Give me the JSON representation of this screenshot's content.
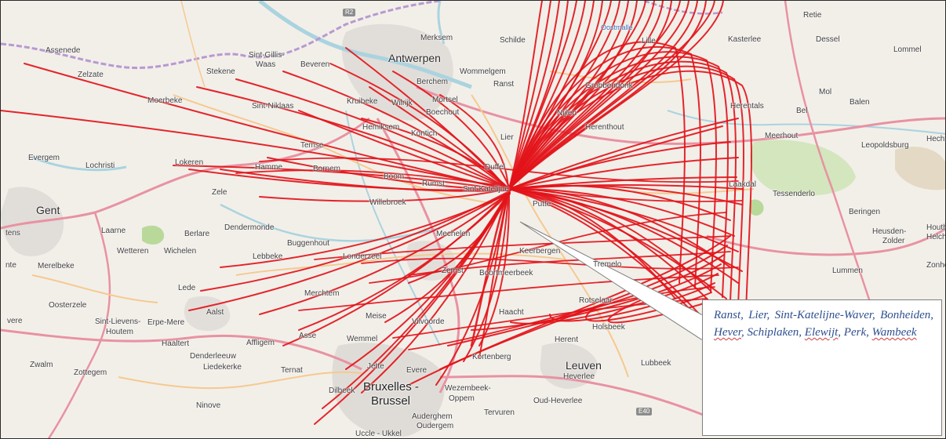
{
  "map": {
    "colors": {
      "land": "#f2efe9",
      "urban": "#dcd8d4",
      "forest": "#cfe4b8",
      "water": "#aad3df",
      "motorway": "#e892a2",
      "primary_road": "#f6c98f",
      "border": "#b79ad0",
      "flight_tracks": "#e3131a"
    },
    "places": [
      {
        "name": "R2",
        "kind": "road"
      },
      {
        "name": "Retie",
        "kind": "small"
      },
      {
        "name": "Assenede",
        "kind": "small"
      },
      {
        "name": "Sint-Gillis-",
        "kind": "small"
      },
      {
        "name": "Waas",
        "kind": "small"
      },
      {
        "name": "Merksem",
        "kind": "small"
      },
      {
        "name": "Schilde",
        "kind": "small"
      },
      {
        "name": "Oostmalle",
        "kind": "lake"
      },
      {
        "name": "Lille",
        "kind": "small"
      },
      {
        "name": "Kasterlee",
        "kind": "small"
      },
      {
        "name": "Dessel",
        "kind": "small"
      },
      {
        "name": "Lommel",
        "kind": "small"
      },
      {
        "name": "Zelzate",
        "kind": "small"
      },
      {
        "name": "Stekene",
        "kind": "small"
      },
      {
        "name": "Beveren",
        "kind": "small"
      },
      {
        "name": "Antwerpen",
        "kind": "city"
      },
      {
        "name": "Wommelgem",
        "kind": "small"
      },
      {
        "name": "Berchem",
        "kind": "small"
      },
      {
        "name": "Ranst",
        "kind": "small"
      },
      {
        "name": "Grobbendonk",
        "kind": "small"
      },
      {
        "name": "Mol",
        "kind": "small"
      },
      {
        "name": "Moerbeke",
        "kind": "small"
      },
      {
        "name": "Sint-Niklaas",
        "kind": "small"
      },
      {
        "name": "Kruibeke",
        "kind": "small"
      },
      {
        "name": "Wilrijk",
        "kind": "small"
      },
      {
        "name": "Mortsel",
        "kind": "small"
      },
      {
        "name": "Boechout",
        "kind": "small"
      },
      {
        "name": "Nijlen",
        "kind": "small"
      },
      {
        "name": "Herentals",
        "kind": "small"
      },
      {
        "name": "Bel",
        "kind": "small"
      },
      {
        "name": "Balen",
        "kind": "small"
      },
      {
        "name": "Hemiksem",
        "kind": "small"
      },
      {
        "name": "Kontich",
        "kind": "small"
      },
      {
        "name": "Lier",
        "kind": "small"
      },
      {
        "name": "Herenthout",
        "kind": "small"
      },
      {
        "name": "Meerhout",
        "kind": "small"
      },
      {
        "name": "Hecht",
        "kind": "small"
      },
      {
        "name": "Evergem",
        "kind": "small"
      },
      {
        "name": "Lochristi",
        "kind": "small"
      },
      {
        "name": "Temse",
        "kind": "small"
      },
      {
        "name": "Lokeren",
        "kind": "small"
      },
      {
        "name": "Hamme",
        "kind": "small"
      },
      {
        "name": "Bornem",
        "kind": "small"
      },
      {
        "name": "Boom",
        "kind": "small"
      },
      {
        "name": "Rumst",
        "kind": "small"
      },
      {
        "name": "Duffel",
        "kind": "small"
      },
      {
        "name": "Sint-Katelijne",
        "kind": "small"
      },
      {
        "name": "Leopoldsburg",
        "kind": "small"
      },
      {
        "name": "Laakdal",
        "kind": "small"
      },
      {
        "name": "Zele",
        "kind": "small"
      },
      {
        "name": "Willebroek",
        "kind": "small"
      },
      {
        "name": "Putte",
        "kind": "small"
      },
      {
        "name": "Tessenderlo",
        "kind": "small"
      },
      {
        "name": "Gent",
        "kind": "city"
      },
      {
        "name": "Beringen",
        "kind": "small"
      },
      {
        "name": "Laarne",
        "kind": "small"
      },
      {
        "name": "Berlare",
        "kind": "small"
      },
      {
        "name": "Dendermonde",
        "kind": "small"
      },
      {
        "name": "Mechelen",
        "kind": "small"
      },
      {
        "name": "Heusden-",
        "kind": "small"
      },
      {
        "name": "Zolder",
        "kind": "small"
      },
      {
        "name": "Houth",
        "kind": "small"
      },
      {
        "name": "Helche",
        "kind": "small"
      },
      {
        "name": "tens",
        "kind": "small"
      },
      {
        "name": "Wetteren",
        "kind": "small"
      },
      {
        "name": "Wichelen",
        "kind": "small"
      },
      {
        "name": "Buggenhout",
        "kind": "small"
      },
      {
        "name": "Lebbeke",
        "kind": "small"
      },
      {
        "name": "Londerzeel",
        "kind": "small"
      },
      {
        "name": "Keerbergen",
        "kind": "small"
      },
      {
        "name": "nte",
        "kind": "small"
      },
      {
        "name": "Merelbeke",
        "kind": "small"
      },
      {
        "name": "Zemst",
        "kind": "small"
      },
      {
        "name": "Boortmeerbeek",
        "kind": "small"
      },
      {
        "name": "Tremelo",
        "kind": "small"
      },
      {
        "name": "Lummen",
        "kind": "small"
      },
      {
        "name": "Zonho",
        "kind": "small"
      },
      {
        "name": "Lede",
        "kind": "small"
      },
      {
        "name": "Merchtem",
        "kind": "small"
      },
      {
        "name": "Oosterzele",
        "kind": "small"
      },
      {
        "name": "Aalst",
        "kind": "small"
      },
      {
        "name": "Rotselaar",
        "kind": "small"
      },
      {
        "name": "vere",
        "kind": "small"
      },
      {
        "name": "Sint-Lievens-",
        "kind": "small"
      },
      {
        "name": "Houtem",
        "kind": "small"
      },
      {
        "name": "Erpe-Mere",
        "kind": "small"
      },
      {
        "name": "Meise",
        "kind": "small"
      },
      {
        "name": "Vilvoorde",
        "kind": "small"
      },
      {
        "name": "Haacht",
        "kind": "small"
      },
      {
        "name": "Holsbeek",
        "kind": "small"
      },
      {
        "name": "Haaltert",
        "kind": "small"
      },
      {
        "name": "Affligem",
        "kind": "small"
      },
      {
        "name": "Asse",
        "kind": "small"
      },
      {
        "name": "Wemmel",
        "kind": "small"
      },
      {
        "name": "Herent",
        "kind": "small"
      },
      {
        "name": "Zwalm",
        "kind": "small"
      },
      {
        "name": "Zottegem",
        "kind": "small"
      },
      {
        "name": "Denderleeuw",
        "kind": "small"
      },
      {
        "name": "Liedekerke",
        "kind": "small"
      },
      {
        "name": "Ternat",
        "kind": "small"
      },
      {
        "name": "Jette",
        "kind": "small"
      },
      {
        "name": "Evere",
        "kind": "small"
      },
      {
        "name": "Kortenberg",
        "kind": "small"
      },
      {
        "name": "Leuven",
        "kind": "city"
      },
      {
        "name": "Heverlee",
        "kind": "small"
      },
      {
        "name": "Lubbeek",
        "kind": "small"
      },
      {
        "name": "Dilbeek",
        "kind": "small"
      },
      {
        "name": "Bruxelles -",
        "kind": "bigcity"
      },
      {
        "name": "Brussel",
        "kind": "bigcity"
      },
      {
        "name": "Wezembeek-",
        "kind": "small"
      },
      {
        "name": "Oppem",
        "kind": "small"
      },
      {
        "name": "Ninove",
        "kind": "small"
      },
      {
        "name": "Oud-Heverlee",
        "kind": "small"
      },
      {
        "name": "E40",
        "kind": "road"
      },
      {
        "name": "Auderghem",
        "kind": "small"
      },
      {
        "name": "Oudergem",
        "kind": "small"
      },
      {
        "name": "Tervuren",
        "kind": "small"
      },
      {
        "name": "Uccle - Ukkel",
        "kind": "small"
      }
    ]
  },
  "callout": {
    "words": [
      {
        "text": "Ranst,",
        "misspelled": false
      },
      {
        "text": "Lier,",
        "misspelled": false
      },
      {
        "text": "Sint-Katelijne-Waver,",
        "misspelled": false
      },
      {
        "text": "Bonheiden,",
        "misspelled": false
      },
      {
        "text": "Hever",
        "misspelled": true
      },
      {
        "text": ",",
        "misspelled": false
      },
      {
        "text": "Schiplaken,",
        "misspelled": false
      },
      {
        "text": "Elewijt",
        "misspelled": true
      },
      {
        "text": ",",
        "misspelled": false
      },
      {
        "text": "Perk,",
        "misspelled": false
      },
      {
        "text": "Wambeek",
        "misspelled": true
      }
    ],
    "text": "Ranst, Lier, Sint-Katelijne-Waver, Bonheiden, Hever, Schiplaken, Elewijt, Perk, Wambeek"
  }
}
